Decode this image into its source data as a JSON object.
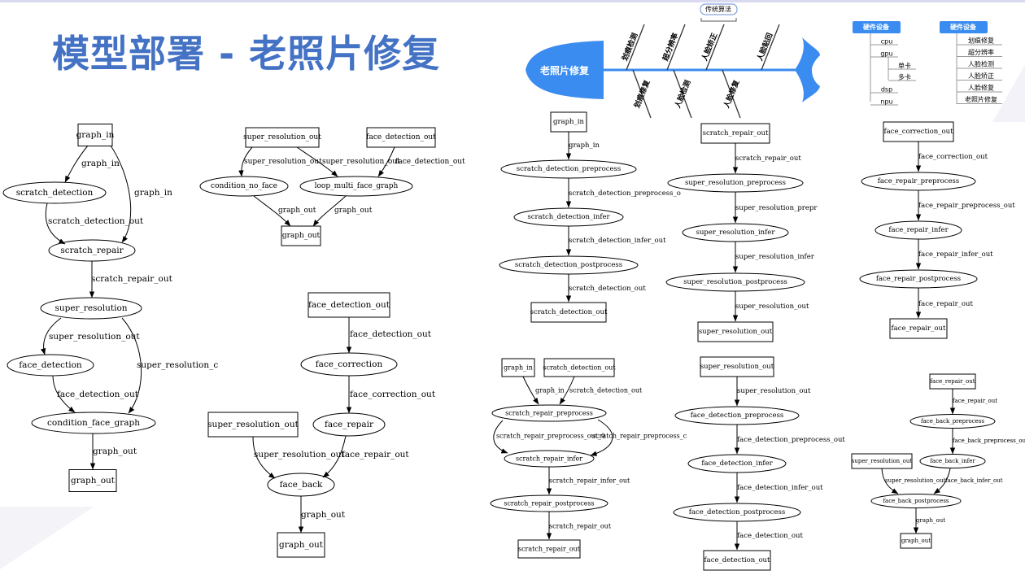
{
  "slide": {
    "title": "模型部署 - 老照片修复"
  },
  "fishbone": {
    "head": "老照片修复",
    "top_tag": "传统算法",
    "upper_bones": [
      "划痕检测",
      "超分辨率",
      "人脸矫正",
      "人脸贴回"
    ],
    "lower_bones": [
      "划痕修复",
      "人脸检测",
      "人脸修复"
    ]
  },
  "hardware_tree": {
    "root": "硬件设备",
    "children": [
      "cpu",
      "gpu",
      "dsp",
      "npu"
    ],
    "gpu_children": [
      "单卡",
      "多卡"
    ]
  },
  "function_tree": {
    "root": "硬件设备",
    "children": [
      "划痕修复",
      "超分辨率",
      "人脸检测",
      "人脸矫正",
      "人脸修复",
      "老照片修复"
    ]
  },
  "graphs": {
    "main": {
      "nodes": [
        "graph_in",
        "scratch_detection",
        "scratch_repair",
        "super_resolution",
        "face_detection",
        "condition_face_graph",
        "graph_out"
      ],
      "edges": [
        "graph_in",
        "graph_in",
        "scratch_detection_out",
        "scratch_repair_out",
        "super_resolution_out",
        "super_resolution_c",
        "face_detection_out",
        "graph_out"
      ]
    },
    "condition": {
      "nodes": [
        "super_resolution_out",
        "face_detection_out",
        "condition_no_face",
        "loop_multi_face_graph",
        "graph_out"
      ],
      "edges": [
        "super_resolution_out",
        "super_resolution_out",
        "face_detection_out",
        "graph_out",
        "graph_out"
      ]
    },
    "face": {
      "nodes": [
        "face_detection_out",
        "face_correction",
        "super_resolution_out",
        "face_repair",
        "face_back",
        "graph_out"
      ],
      "edges": [
        "face_detection_out",
        "face_correction_out",
        "super_resolution_out",
        "face_repair_out",
        "graph_out"
      ]
    },
    "scratch_detection": {
      "nodes": [
        "graph_in",
        "scratch_detection_preprocess",
        "scratch_detection_infer",
        "scratch_detection_postprocess",
        "scratch_detection_out"
      ],
      "edges": [
        "graph_in",
        "scratch_detection_preprocess_o",
        "scratch_detection_infer_out",
        "scratch_detection_out"
      ]
    },
    "super_resolution": {
      "nodes": [
        "scratch_repair_out",
        "super_resolution_preprocess",
        "super_resolution_infer",
        "super_resolution_postprocess",
        "super_resolution_out"
      ],
      "edges": [
        "scratch_repair_out",
        "super_resolution_prepr",
        "super_resolution_infer",
        "super_resolution_out"
      ]
    },
    "face_repair": {
      "nodes": [
        "face_correction_out",
        "face_repair_preprocess",
        "face_repair_infer",
        "face_repair_postprocess",
        "face_repair_out"
      ],
      "edges": [
        "face_correction_out",
        "face_repair_preprocess_out",
        "face_repair_infer_out",
        "face_repair_out"
      ]
    },
    "scratch_repair": {
      "nodes": [
        "graph_in",
        "scratch_detection_out",
        "scratch_repair_preprocess",
        "scratch_repair_infer",
        "scratch_repair_postprocess",
        "scratch_repair_out"
      ],
      "edges": [
        "graph_in",
        "scratch_detection_out",
        "scratch_repair_preprocess_out_0",
        "scratch_repair_preprocess_c",
        "scratch_repair_infer_out",
        "scratch_repair_out"
      ]
    },
    "face_detection": {
      "nodes": [
        "super_resolution_out",
        "face_detection_preprocess",
        "face_detection_infer",
        "face_detection_postprocess",
        "face_detection_out"
      ],
      "edges": [
        "super_resolution_out",
        "face_detection_preprocess_out",
        "face_detection_infer_out",
        "face_detection_out"
      ]
    },
    "face_back": {
      "nodes": [
        "face_repair_out",
        "face_back_preprocess",
        "super_resolution_out",
        "face_back_infer",
        "face_back_postprocess",
        "graph_out"
      ],
      "edges": [
        "face_repair_out",
        "face_back_preprocess_out",
        "super_resolution_out",
        "face_back_infer_out",
        "graph_out"
      ]
    }
  }
}
